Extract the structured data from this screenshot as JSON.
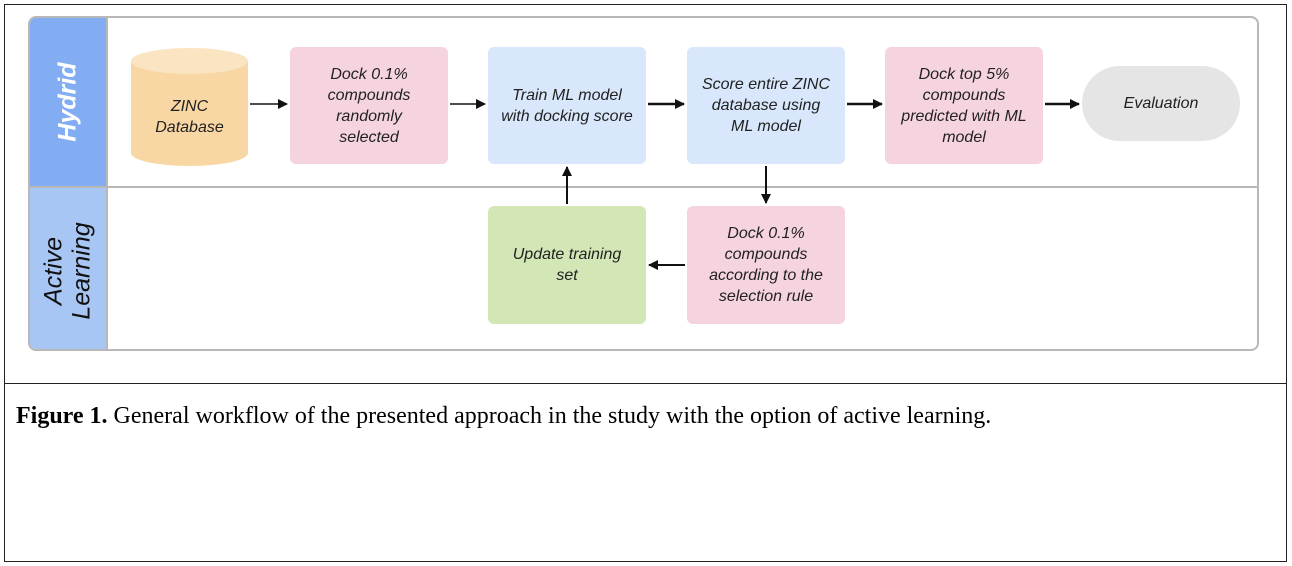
{
  "lanes": {
    "hydrid": "Hydrid",
    "active": "Active\nLearning"
  },
  "nodes": {
    "zinc": "ZINC\nDatabase",
    "dock_random": "Dock 0.1%\ncompounds\nrandomly\nselected",
    "train": "Train ML model\nwith docking score",
    "score": "Score entire ZINC\ndatabase using\nML model",
    "dock_top": "Dock top 5%\ncompounds\npredicted with ML\nmodel",
    "evaluation": "Evaluation",
    "update": "Update training\nset",
    "dock_rule": "Dock 0.1%\ncompounds\naccording to the\nselection rule"
  },
  "caption": {
    "label": "Figure 1.",
    "text": " General workflow of the presented approach in the study with the option of active learning."
  }
}
